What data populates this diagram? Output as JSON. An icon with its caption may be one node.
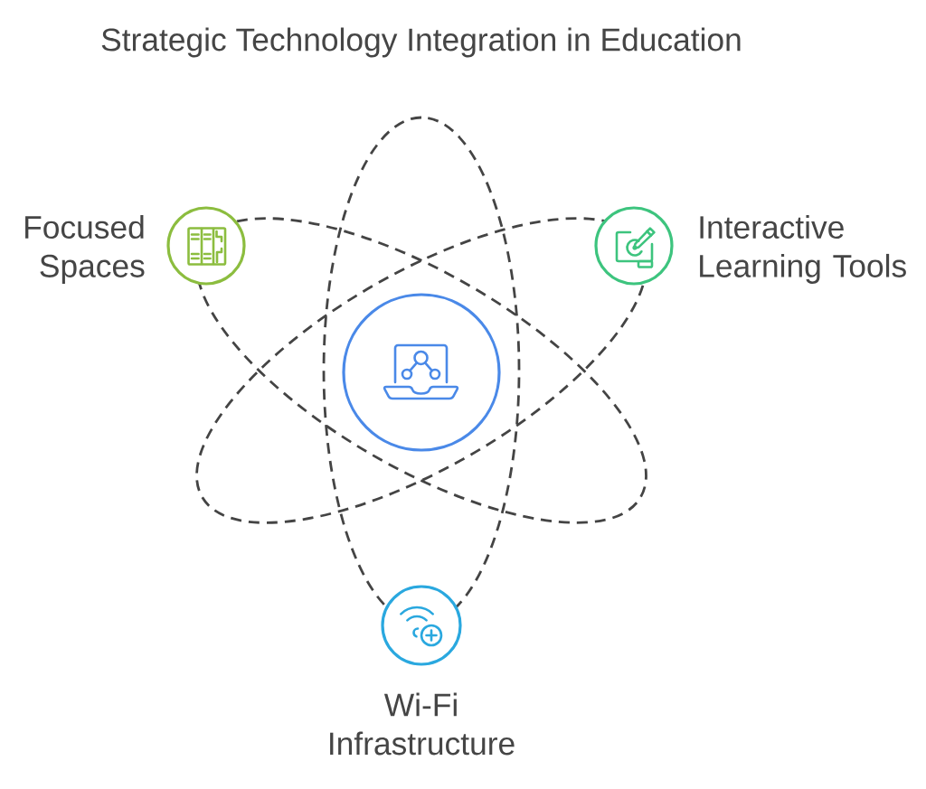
{
  "diagram": {
    "title": "Strategic Technology Integration in Education",
    "nodes": [
      {
        "text": [],
        "shape": "circle"
      },
      {
        "text": [
          "Focused Spaces"
        ]
      },
      {
        "text": [
          "Interactive Learning Tools"
        ]
      },
      {
        "text": [
          "Wi-Fi Infrastructure"
        ]
      }
    ]
  }
}
